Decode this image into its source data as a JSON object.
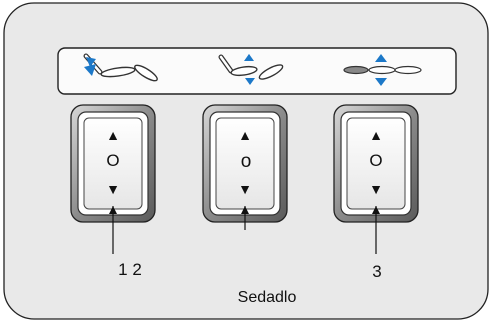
{
  "panel": {
    "title": "Sedadlo",
    "buttons": [
      {
        "id": "left",
        "up_symbol": "▲",
        "center_symbol": "O",
        "down_symbol": "▼",
        "callout": "1 2",
        "position_icon": "seat-recline-icon",
        "arrow_color": "#1c78c8"
      },
      {
        "id": "middle",
        "up_symbol": "▲",
        "center_symbol": "o",
        "down_symbol": "▼",
        "callout": "",
        "position_icon": "seat-legrest-icon",
        "arrow_color": "#1c78c8"
      },
      {
        "id": "right",
        "up_symbol": "▲",
        "center_symbol": "O",
        "down_symbol": "▼",
        "callout": "3",
        "position_icon": "seat-flat-height-icon",
        "arrow_color": "#1c78c8"
      }
    ]
  },
  "colors": {
    "panel_bg": "#e9e9e9",
    "strip_bg": "#fbfbfb",
    "button_face": "#f4f4f4",
    "accent": "#1c78c8"
  }
}
